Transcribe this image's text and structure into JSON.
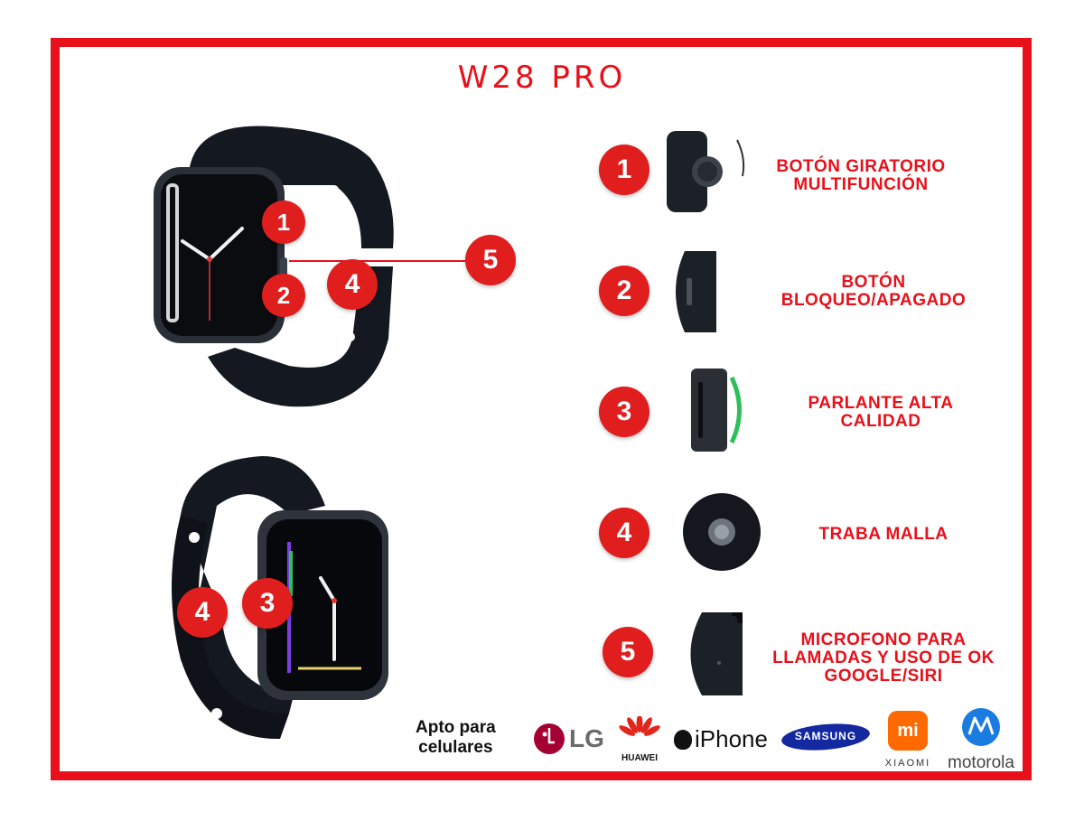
{
  "title": "W28 PRO",
  "features": [
    {
      "number": "1",
      "label": "BOTÓN GIRATORIO MULTIFUNCIÓN"
    },
    {
      "number": "2",
      "label": "BOTÓN BLOQUEO/APAGADO"
    },
    {
      "number": "3",
      "label": "PARLANTE ALTA CALIDAD"
    },
    {
      "number": "4",
      "label": "TRABA MALLA"
    },
    {
      "number": "5",
      "label": "MICROFONO PARA LLAMADAS Y USO DE OK GOOGLE/SIRI"
    }
  ],
  "watch_markers": {
    "top": [
      "1",
      "2",
      "4",
      "5"
    ],
    "bottom": [
      "4",
      "3"
    ]
  },
  "compat": {
    "line1": "Apto para",
    "line2": "celulares"
  },
  "brands": {
    "lg": "LG",
    "huawei": "HUAWEI",
    "iphone": "iPhone",
    "samsung": "SAMSUNG",
    "mi": "mi",
    "xiaomi": "XIAOMI",
    "motorola": "motorola"
  },
  "colors": {
    "accent": "#e8101a",
    "badge": "#e01e1e",
    "watch_body": "#1a1d24",
    "band": "#141821"
  },
  "icons": [
    "lg-logo-icon",
    "huawei-logo-icon",
    "apple-logo-icon",
    "samsung-logo-icon",
    "mi-logo-icon",
    "motorola-logo-icon"
  ]
}
